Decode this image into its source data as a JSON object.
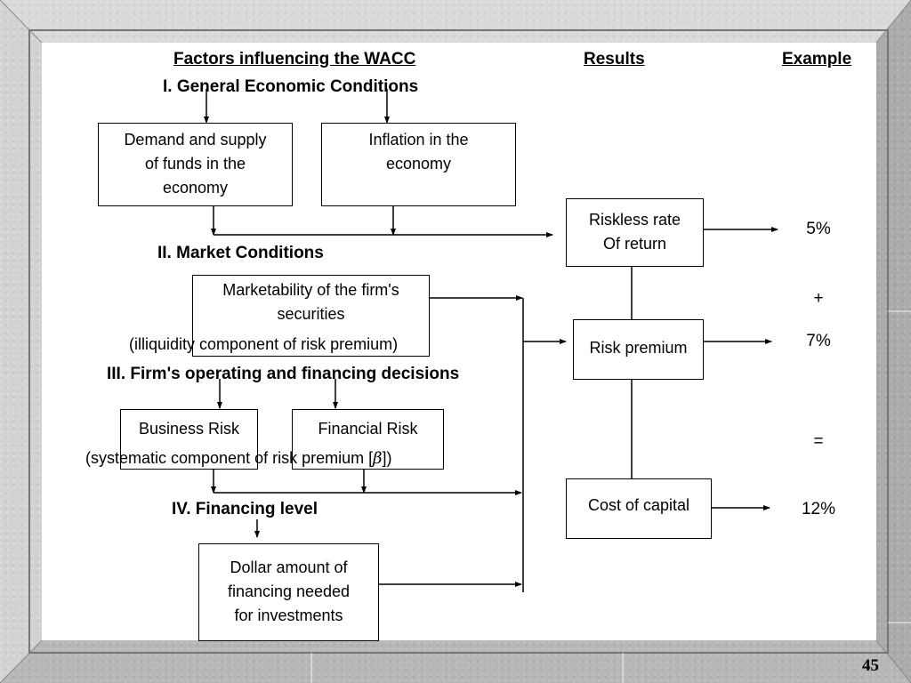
{
  "headers": {
    "factors": "Factors influencing the WACC",
    "results": "Results",
    "example": "Example"
  },
  "sections": {
    "general": "I.  General Economic Conditions",
    "market": "II.  Market Conditions",
    "firm": "III.  Firm's operating and financing decisions",
    "financing": "IV.  Financing level"
  },
  "boxes": {
    "demand_supply": [
      "Demand and supply",
      "of funds in the",
      "economy"
    ],
    "inflation": [
      "Inflation in the",
      "economy"
    ],
    "marketability": [
      "Marketability of the firm's",
      "securities"
    ],
    "business_risk": "Business Risk",
    "financial_risk": "Financial Risk",
    "dollar_amount": [
      "Dollar amount of",
      "financing needed",
      "for investments"
    ],
    "riskless_rate": [
      "Riskless rate",
      "Of return"
    ],
    "risk_premium": "Risk premium",
    "cost_of_capital": "Cost of capital"
  },
  "notes": {
    "illiquidity": "(illiquidity component of risk premium)",
    "systematic": "(systematic component of risk premium [",
    "beta": "β",
    "systematic_end": "])"
  },
  "example": {
    "riskless": "5%",
    "plus": "+",
    "premium": "7%",
    "equals": "=",
    "cost": "12%"
  },
  "page_number": "45",
  "colors": {
    "frame": "#c9c9c9",
    "slide": "#ffffff",
    "ink": "#000000"
  }
}
